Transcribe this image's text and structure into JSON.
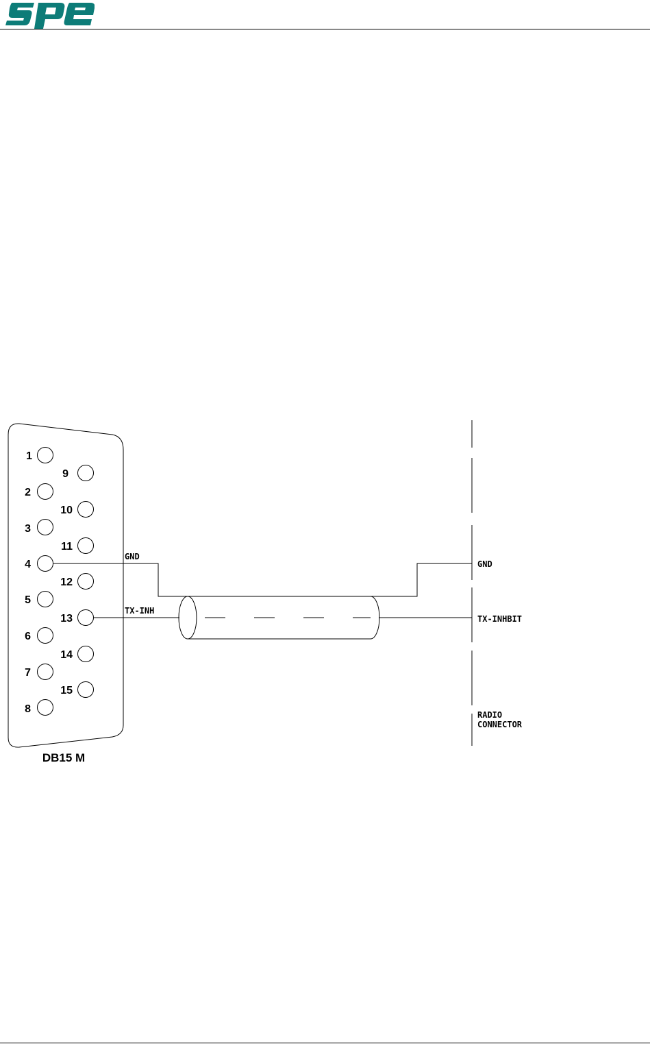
{
  "header": {
    "logo_text": "spe",
    "logo_color": "#0d7c78"
  },
  "diagram": {
    "connector_label": "DB15 M",
    "pins_top_row": [
      "1",
      "2",
      "3",
      "4",
      "5",
      "6",
      "7",
      "8"
    ],
    "pins_bottom_row": [
      "9",
      "10",
      "11",
      "12",
      "13",
      "14",
      "15"
    ],
    "gnd_wire_label_left": "GND",
    "txinh_wire_label_left": "TX-INH",
    "gnd_wire_label_right": "GND",
    "txinh_wire_label_right": "TX-INHBIT",
    "radio_connector_line1": "RADIO",
    "radio_connector_line2": "CONNECTOR"
  }
}
